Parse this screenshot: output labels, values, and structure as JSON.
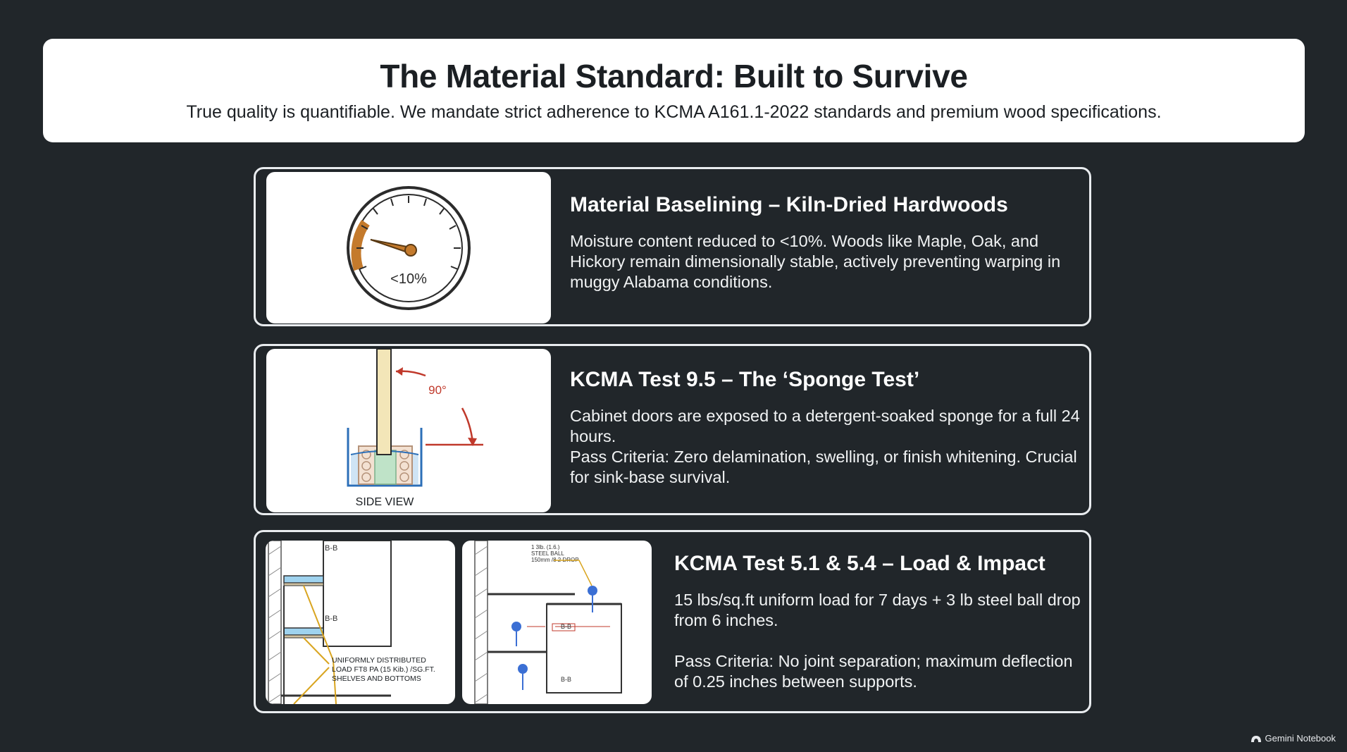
{
  "header": {
    "title": "The Material Standard: Built to Survive",
    "subtitle": "True quality is quantifiable. We mandate strict adherence to KCMA A161.1-2022 standards and premium wood specifications."
  },
  "cards": [
    {
      "title": "Material Baselining – Kiln-Dried Hardwoods",
      "body": "Moisture content reduced to <10%. Woods like Maple, Oak, and Hickory remain dimensionally stable, actively preventing warping in muggy Alabama conditions.",
      "illustration": {
        "gauge_label": "<10%",
        "gauge_level": 0.1
      }
    },
    {
      "title": "KCMA Test 9.5 – The ‘Sponge Test’",
      "body_lines": [
        "Cabinet doors are exposed to a detergent-soaked sponge for a full 24 hours.",
        "Pass Criteria: Zero delamination, swelling, or finish whitening. Crucial for sink-base survival."
      ],
      "illustration": {
        "angle_label": "90°",
        "view_label": "SIDE VIEW"
      }
    },
    {
      "title": "KCMA Test 5.1 & 5.4 – Load & Impact",
      "body_first": "15 lbs/sq.ft uniform load for 7 days + 3 lb steel ball drop from 6 inches.",
      "body_second": "Pass Criteria: No joint separation; maximum deflection of 0.25 inches between supports.",
      "illustration_a": {
        "load_label_lines": [
          "UNIFORMLY DISTRIBUTED",
          "LOAD FT8 PA (15 Kib.) /SG.FT.",
          "SHELVES AND BOTTOMS"
        ]
      },
      "illustration_b": {
        "ball_label_lines": [
          "1 3lb. (1.6.)",
          "STEEL BALL",
          "150mm /8 2 DROP"
        ]
      }
    }
  ],
  "watermark": {
    "text": "Gemini Notebook",
    "icon": "notebook-logo-icon"
  },
  "colors": {
    "background": "#21262a",
    "gauge_accent": "#c47a2c",
    "annotation_red": "#c0392b",
    "impact_ball": "#3b6fd4"
  }
}
